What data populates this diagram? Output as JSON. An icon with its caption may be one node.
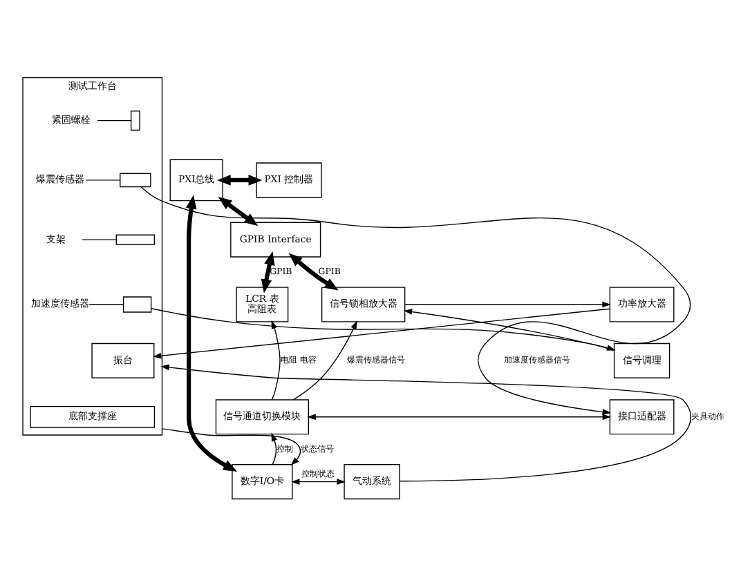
{
  "diagram": {
    "nodes": [
      {
        "text": [
          "PXI总线"
        ]
      },
      {
        "text": [
          "PXI 控制器"
        ]
      },
      {
        "text": [
          "GPIB Interface"
        ]
      },
      {
        "text": [
          "LCR 表",
          "高阻表"
        ]
      },
      {
        "text": [
          "信号锁相放大器"
        ]
      },
      {
        "text": [
          "功率放大器"
        ]
      },
      {
        "text": [
          "信号调理"
        ]
      },
      {
        "text": [
          "信号通道切换模块"
        ]
      },
      {
        "text": [
          "接口适配器"
        ]
      },
      {
        "text": [
          "数字I/O卡"
        ]
      },
      {
        "text": [
          "气动系统"
        ]
      },
      {
        "text": [
          "测试工作台"
        ]
      },
      {
        "text": [
          "紧固螺栓"
        ],
        "in": 11
      },
      {
        "text": [],
        "shape": "box",
        "in": 11
      },
      {
        "text": [
          "爆震传感器"
        ],
        "in": 11
      },
      {
        "text": [],
        "shape": "box",
        "in": 11
      },
      {
        "text": [
          "支架"
        ],
        "in": 11
      },
      {
        "text": [],
        "shape": "box",
        "in": 11
      },
      {
        "text": [
          "加速度传感器"
        ],
        "in": 11
      },
      {
        "text": [],
        "shape": "box",
        "in": 11
      },
      {
        "text": [
          "振台"
        ],
        "in": 11
      },
      {
        "text": [
          "底部支撑座"
        ],
        "in": 11
      }
    ],
    "edges": [
      {
        "from": 0,
        "to": 1,
        "arrow": "both",
        "style": "thick"
      },
      {
        "from": 0,
        "to": 2,
        "arrow": "both",
        "style": "thick"
      },
      {
        "from": 2,
        "to": 3,
        "arrow": "both",
        "style": "thick",
        "label": "GPIB"
      },
      {
        "from": 2,
        "to": 4,
        "arrow": "both",
        "style": "thick",
        "label": "GPIB"
      },
      {
        "from": 0,
        "to": 9,
        "arrow": "both",
        "style": "thick"
      },
      {
        "from": 4,
        "to": 5,
        "arrow": "to"
      },
      {
        "from": 6,
        "to": 4,
        "arrow": "to"
      },
      {
        "from": 7,
        "to": 3,
        "arrow": "to",
        "label": "电阻 电容"
      },
      {
        "from": 7,
        "to": 4,
        "arrow": "to",
        "label": "爆震传感器信号"
      },
      {
        "from": 7,
        "to": 8,
        "arrow": "both"
      },
      {
        "from": 15,
        "to": 8,
        "arrow": "to"
      },
      {
        "from": 19,
        "to": 6,
        "arrow": "to"
      },
      {
        "from": 5,
        "to": 20,
        "arrow": "to"
      },
      {
        "from": 9,
        "to": 7,
        "arrow": "to",
        "label": "控制"
      },
      {
        "from": 9,
        "to": 10,
        "arrow": "both",
        "label": "控制状态"
      },
      {
        "from": 10,
        "to": 11,
        "arrow": "to",
        "label": "夹具动作"
      },
      {
        "from": 11,
        "to": 9,
        "arrow": "to",
        "label": "状态信号"
      },
      {
        "from": 12,
        "to": 13,
        "arrow": "none"
      },
      {
        "from": 14,
        "to": 15,
        "arrow": "none"
      },
      {
        "from": 16,
        "to": 17,
        "arrow": "none"
      },
      {
        "from": 18,
        "to": 19,
        "arrow": "none"
      }
    ],
    "labels": [
      "加速度传感器信号"
    ]
  }
}
